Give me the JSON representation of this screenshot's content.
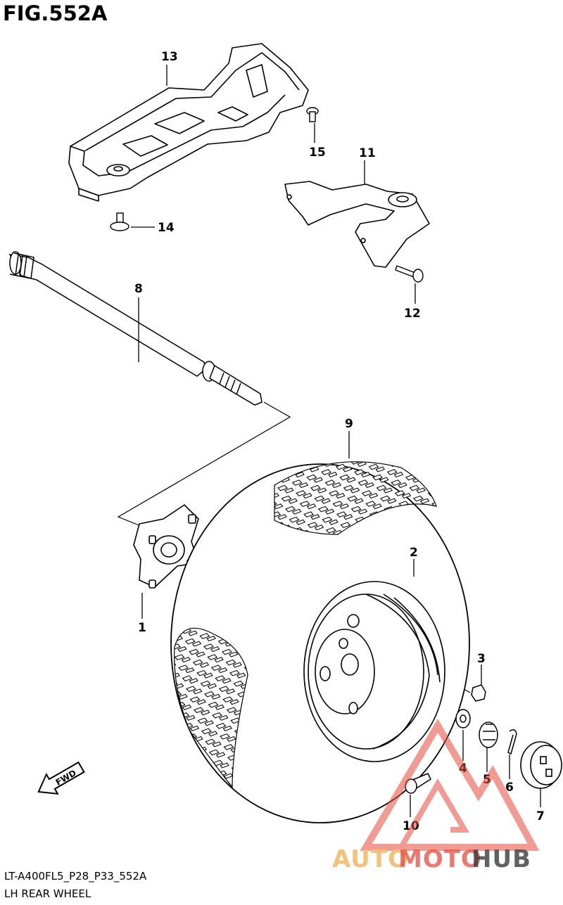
{
  "figure": {
    "title": "FIG.552A"
  },
  "footer": {
    "code": "LT-A400FL5_P28_P33_552A",
    "name": "LH REAR WHEEL"
  },
  "callouts": {
    "c1": "1",
    "c2": "2",
    "c3": "3",
    "c4": "4",
    "c5": "5",
    "c6": "6",
    "c7": "7",
    "c8": "8",
    "c9": "9",
    "c10": "10",
    "c11": "11",
    "c12": "12",
    "c13": "13",
    "c14": "14",
    "c15": "15"
  },
  "direction_badge": {
    "text": "FWD"
  },
  "watermark": {
    "part1": "AUTO",
    "part2": "MOTO",
    "part3": "HUB",
    "colors": {
      "light": "#f3c27a",
      "accent": "#e84b3c",
      "dark": "#3a3a3a"
    }
  }
}
